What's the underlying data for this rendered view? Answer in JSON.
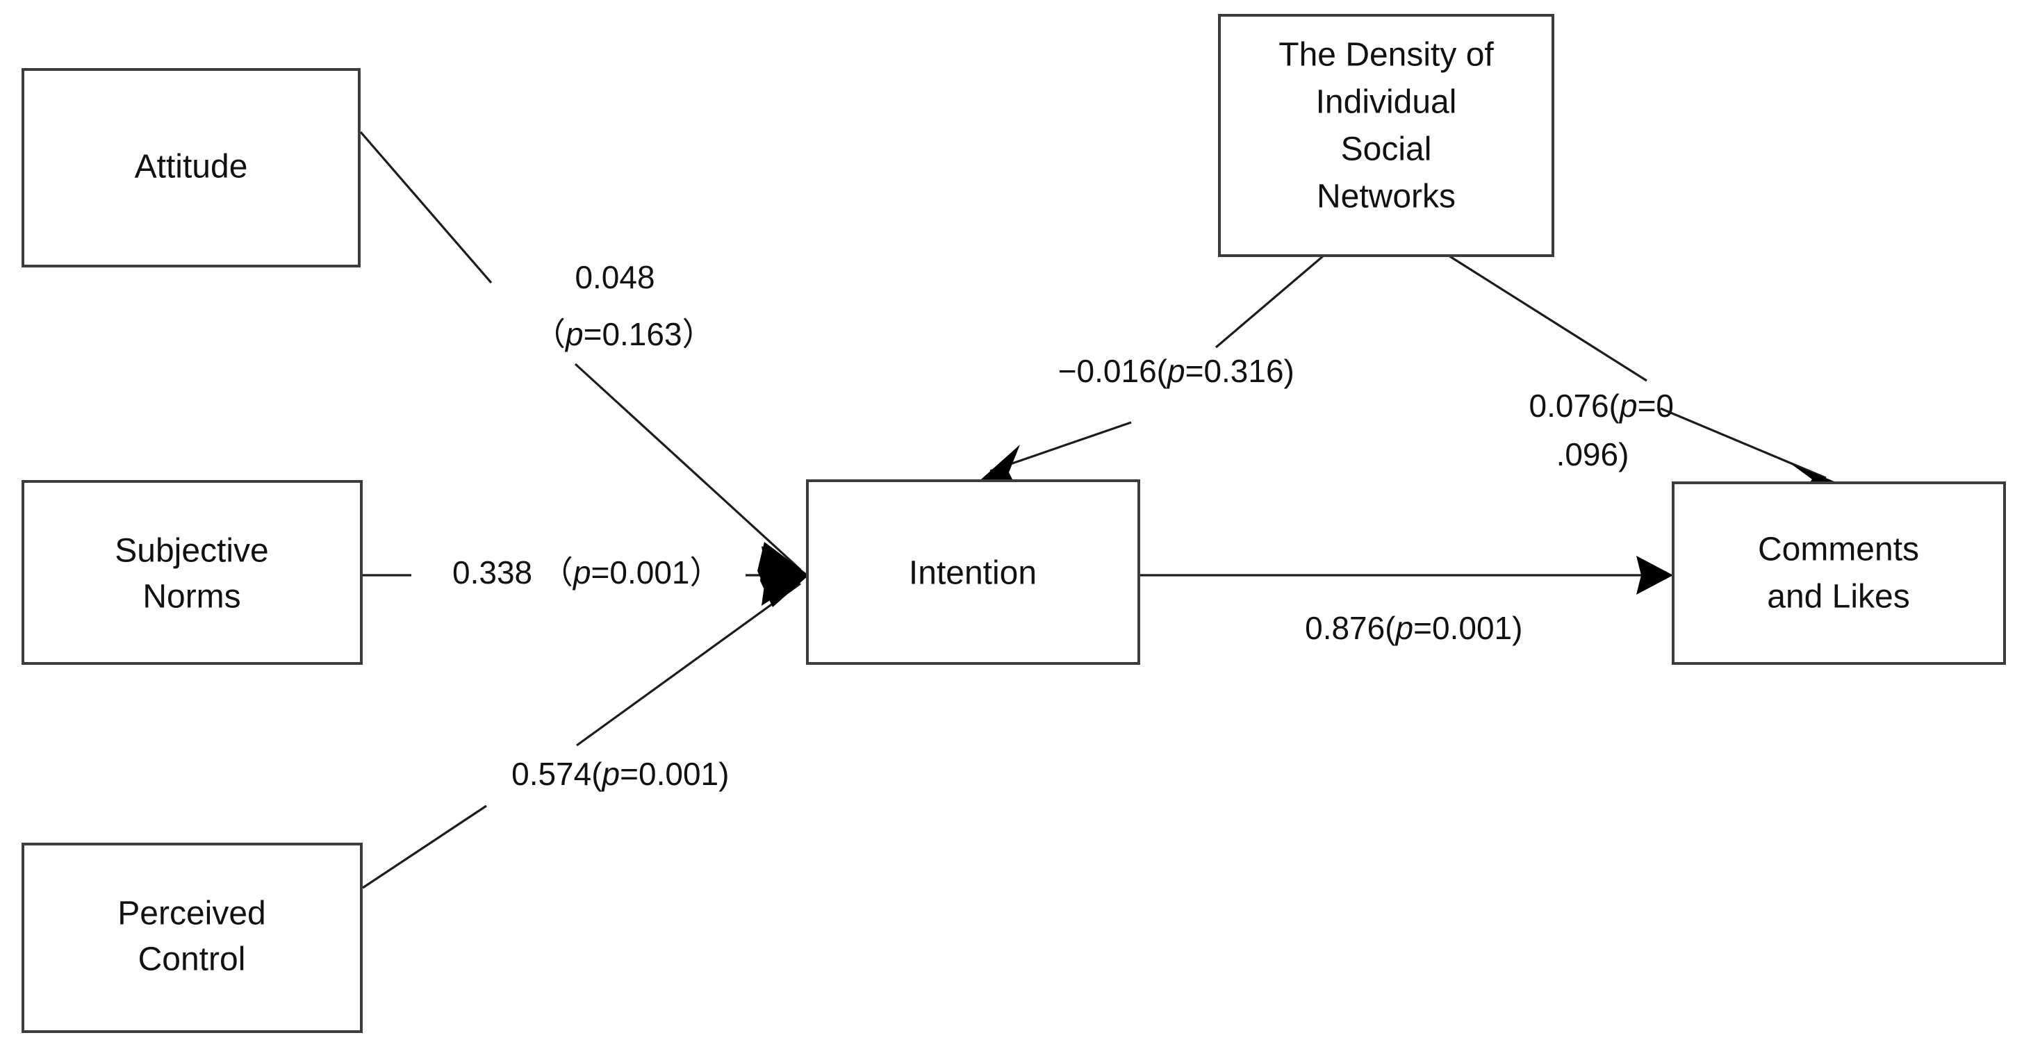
{
  "diagram": {
    "title": "Structural Equation Model Path Diagram",
    "type": "path-diagram",
    "background_color": "#ffffff",
    "box_border_color": "#3c3c3c",
    "line_color": "#1c1c1c",
    "text_color": "#111111"
  },
  "nodes": {
    "attitude": {
      "label": "Attitude",
      "lines": [
        "Attitude"
      ]
    },
    "subjective_norms": {
      "label": "Subjective Norms",
      "lines": [
        "Subjective",
        "Norms"
      ]
    },
    "perceived_control": {
      "label": "Perceived Control",
      "lines": [
        "Perceived",
        "Control"
      ]
    },
    "intention": {
      "label": "Intention",
      "lines": [
        "Intention"
      ]
    },
    "density": {
      "label": "The Density of Individual Social Networks",
      "lines": [
        "The Density of",
        "Individual",
        "Social",
        "Networks"
      ]
    },
    "comments_likes": {
      "label": "Comments and Likes",
      "lines": [
        "Comments",
        "and Likes"
      ]
    }
  },
  "paths": [
    {
      "id": "attitude-to-intention",
      "from": "attitude",
      "to": "intention",
      "coefficient": "0.048",
      "p_value": "0.163",
      "label_lines": [
        "0.048",
        "（p=0.163）"
      ],
      "label_parts": {
        "line1": "0.048",
        "line2_pre": "（",
        "line2_italic": "p",
        "line2_post": "=0.163）"
      },
      "significant": false
    },
    {
      "id": "subjective-norms-to-intention",
      "from": "subjective_norms",
      "to": "intention",
      "coefficient": "0.338",
      "p_value": "0.001",
      "label_lines": [
        "0.338 （p=0.001）"
      ],
      "label_parts": {
        "pre": "0.338 （",
        "italic": "p",
        "post": "=0.001）"
      },
      "significant": true
    },
    {
      "id": "perceived-control-to-intention",
      "from": "perceived_control",
      "to": "intention",
      "coefficient": "0.574",
      "p_value": "0.001",
      "label_lines": [
        "0.574(p=0.001)"
      ],
      "label_parts": {
        "pre": "0.574(",
        "italic": "p",
        "post": "=0.001)"
      },
      "significant": true
    },
    {
      "id": "density-to-intention",
      "from": "density",
      "to": "intention",
      "coefficient": "−0.016",
      "p_value": "0.316",
      "label_lines": [
        "−0.016(p=0.316)"
      ],
      "label_parts": {
        "pre": "−0.016(",
        "italic": "p",
        "post": "=0.316)"
      },
      "significant": false
    },
    {
      "id": "density-to-comments",
      "from": "density",
      "to": "comments_likes",
      "coefficient": "0.076",
      "p_value": "0.096",
      "label_lines": [
        "0.076(p=0",
        ".096)"
      ],
      "label_parts": {
        "line1_pre": "0.076(",
        "line1_italic": "p",
        "line1_post": "=0",
        "line2": ".096)"
      },
      "significant": false
    },
    {
      "id": "intention-to-comments",
      "from": "intention",
      "to": "comments_likes",
      "coefficient": "0.876",
      "p_value": "0.001",
      "label_lines": [
        "0.876(p=0.001)"
      ],
      "label_parts": {
        "pre": "0.876(",
        "italic": "p",
        "post": "=0.001)"
      },
      "significant": true
    }
  ],
  "chart_data": {
    "type": "diagram",
    "title": "Structural Equation Model of Intention and Social Media Engagement",
    "nodes": [
      "Attitude",
      "Subjective Norms",
      "Perceived Control",
      "Intention",
      "The Density of Individual Social Networks",
      "Comments and Likes"
    ],
    "edges": [
      {
        "source": "Attitude",
        "target": "Intention",
        "beta": 0.048,
        "p": 0.163
      },
      {
        "source": "Subjective Norms",
        "target": "Intention",
        "beta": 0.338,
        "p": 0.001
      },
      {
        "source": "Perceived Control",
        "target": "Intention",
        "beta": 0.574,
        "p": 0.001
      },
      {
        "source": "The Density of Individual Social Networks",
        "target": "Intention",
        "beta": -0.016,
        "p": 0.316
      },
      {
        "source": "The Density of Individual Social Networks",
        "target": "Comments and Likes",
        "beta": 0.076,
        "p": 0.096
      },
      {
        "source": "Intention",
        "target": "Comments and Likes",
        "beta": 0.876,
        "p": 0.001
      }
    ]
  }
}
